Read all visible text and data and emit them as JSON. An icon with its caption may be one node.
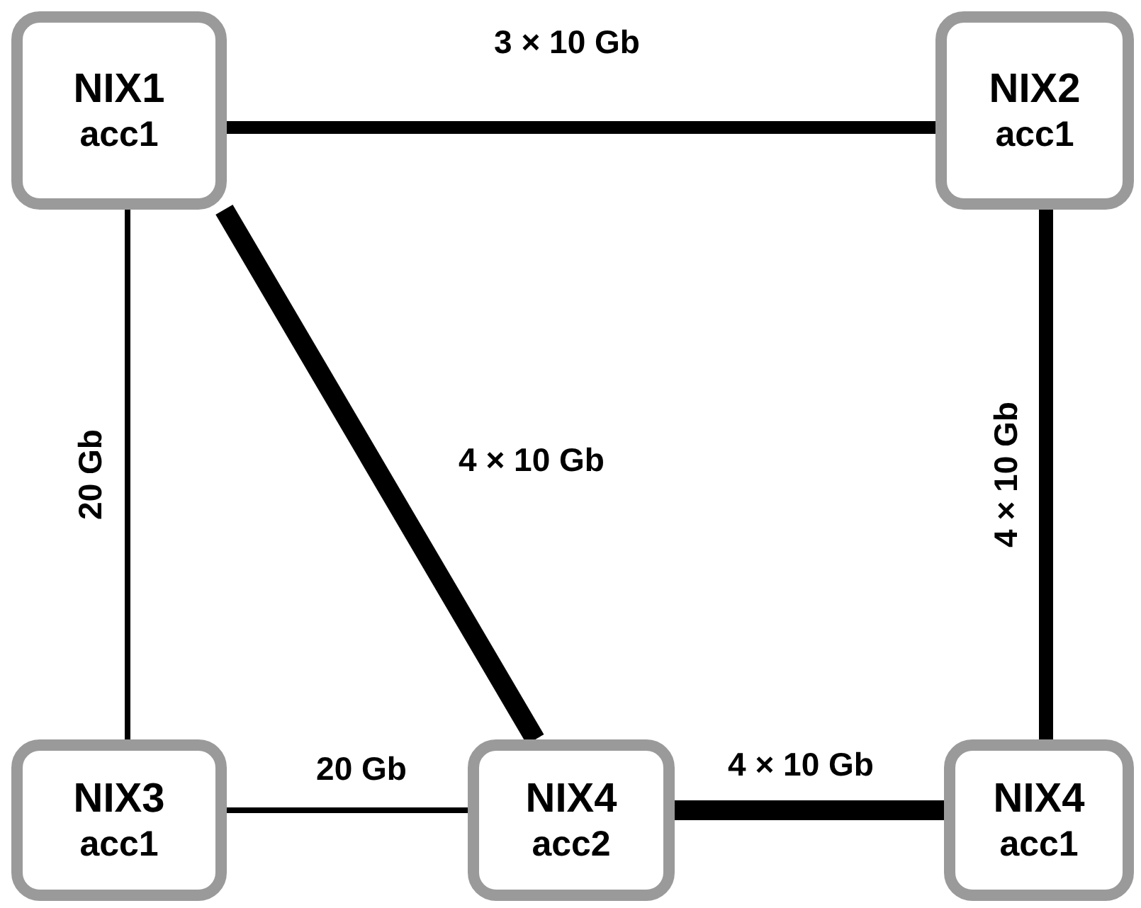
{
  "diagram": {
    "nodes": [
      {
        "text": [
          "NIX1",
          "acc1"
        ]
      },
      {
        "text": [
          "NIX2",
          "acc1"
        ]
      },
      {
        "text": [
          "NIX3",
          "acc1"
        ]
      },
      {
        "text": [
          "NIX4",
          "acc2"
        ]
      },
      {
        "text": [
          "NIX4",
          "acc1"
        ]
      }
    ],
    "edges": [
      {
        "from": 0,
        "to": 1,
        "arrow": "none",
        "label": "3 × 10 Gb"
      },
      {
        "from": 0,
        "to": 2,
        "arrow": "none",
        "label": "20 Gb"
      },
      {
        "from": 0,
        "to": 3,
        "arrow": "none",
        "label": "4 × 10 Gb"
      },
      {
        "from": 1,
        "to": 4,
        "arrow": "none",
        "label": "4 × 10 Gb"
      },
      {
        "from": 2,
        "to": 3,
        "arrow": "none",
        "label": "20 Gb"
      },
      {
        "from": 3,
        "to": 4,
        "arrow": "none",
        "label": "4 × 10 Gb"
      }
    ]
  }
}
